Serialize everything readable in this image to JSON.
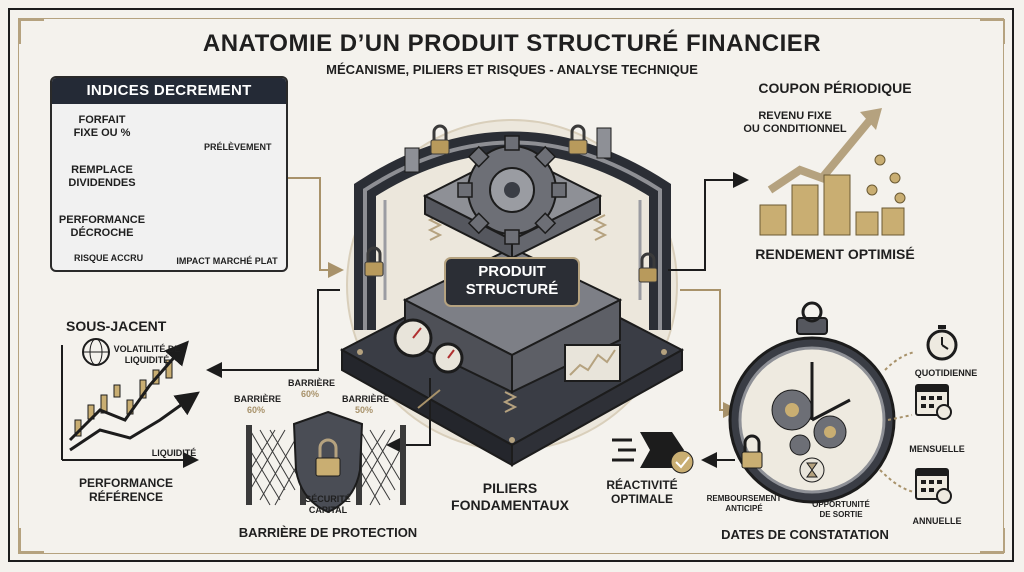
{
  "header": {
    "title": "ANATOMIE D’UN PRODUIT STRUCTURÉ FINANCIER",
    "subtitle": "MÉCANISME, PILIERS ET RISQUES - ANALYSE TECHNIQUE"
  },
  "decrement": {
    "heading": "INDICES DECREMENT",
    "forfait_line1": "FORFAIT",
    "forfait_line2": "FIXE OU %",
    "prelevement": "PRÉLÈVEMENT",
    "remplace_line1": "REMPLACE",
    "remplace_line2": "DIVIDENDES",
    "performance_line1": "PERFORMANCE",
    "performance_line2": "DÉCROCHE",
    "risque": "RISQUE ACCRU",
    "impact": "IMPACT MARCHÉ PLAT"
  },
  "coupon": {
    "heading": "COUPON PÉRIODIQUE",
    "revenu_line1": "REVENU FIXE",
    "revenu_line2": "OU CONDITIONNEL",
    "rendement": "RENDEMENT OPTIMISÉ"
  },
  "center": {
    "label_line1": "PRODUIT",
    "label_line2": "STRUCTURÉ",
    "piliers_line1": "PILIERS",
    "piliers_line2": "FONDAMENTAUX"
  },
  "sousjacent": {
    "heading": "SOUS-JACENT",
    "volatilite_line1": "VOLATILITÉ DE",
    "volatilite_line2": "LIQUIDITÉ",
    "liquidite": "LIQUIDITÉ",
    "performance_line1": "PERFORMANCE",
    "performance_line2": "RÉFÉRENCE"
  },
  "barriere": {
    "b1_line1": "BARRIÈRE",
    "b1_line2": "60%",
    "b2_line1": "BARRIÈRE",
    "b2_line2": "60%",
    "b3_line1": "BARRIÈRE",
    "b3_line2": "50%",
    "securite_line1": "SÉCURITÉ",
    "securite_line2": "CAPITAL",
    "heading": "BARRIÈRE DE PROTECTION"
  },
  "dates": {
    "reactivite_line1": "RÉACTIVITÉ",
    "reactivite_line2": "OPTIMALE",
    "remboursement_line1": "REMBOURSEMENT",
    "remboursement_line2": "ANTICIPÉ",
    "opportunite_line1": "OPPORTUNITÉ",
    "opportunite_line2": "DE SORTIE",
    "quotidienne": "QUOTIDIENNE",
    "mensuelle": "MENSUELLE",
    "annuelle": "ANNUELLE",
    "heading": "DATES DE CONSTATATION"
  }
}
